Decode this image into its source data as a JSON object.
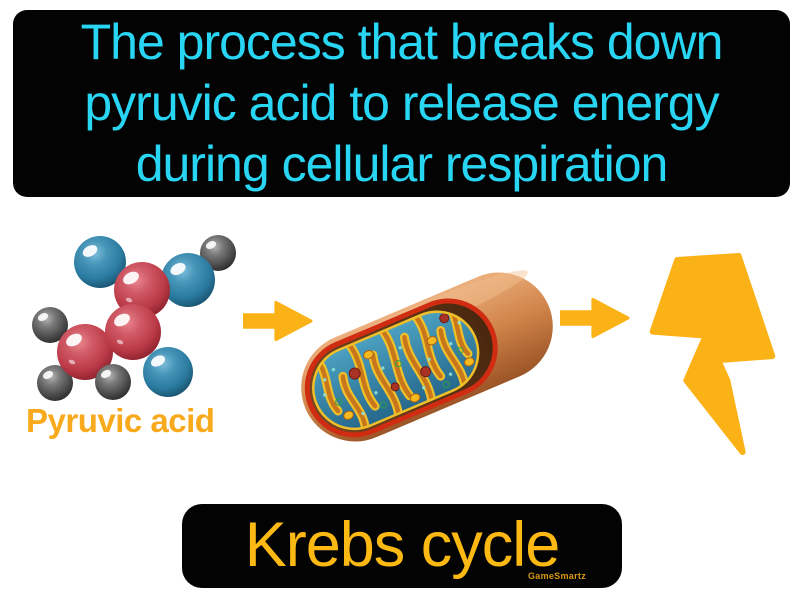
{
  "colors": {
    "background": "#ffffff",
    "banner_bg": "#030303",
    "definition_text": "#28d5f3",
    "term_text": "#fcb913",
    "label_text": "#f9a91c",
    "accent_gold": "#fbb217",
    "sphere_red": "#bb3a47",
    "sphere_blue": "#2a7ba0",
    "sphere_gray": "#4d4d4d",
    "mitochondrion_membrane": "#d08449",
    "mitochondrion_rim": "#cf2c12",
    "mitochondrion_matrix": "#2a7094"
  },
  "definition_banner": {
    "lines": [
      "The process that breaks down",
      "pyruvic acid to release energy",
      "during cellular respiration"
    ]
  },
  "flow": {
    "molecule_label": "Pyruvic acid",
    "steps": [
      "pyruvic-acid-molecule",
      "arrow-right",
      "mitochondrion",
      "arrow-right",
      "energy-bolt"
    ]
  },
  "term_banner": {
    "label": "Krebs cycle",
    "watermark": "GameSmartz"
  }
}
